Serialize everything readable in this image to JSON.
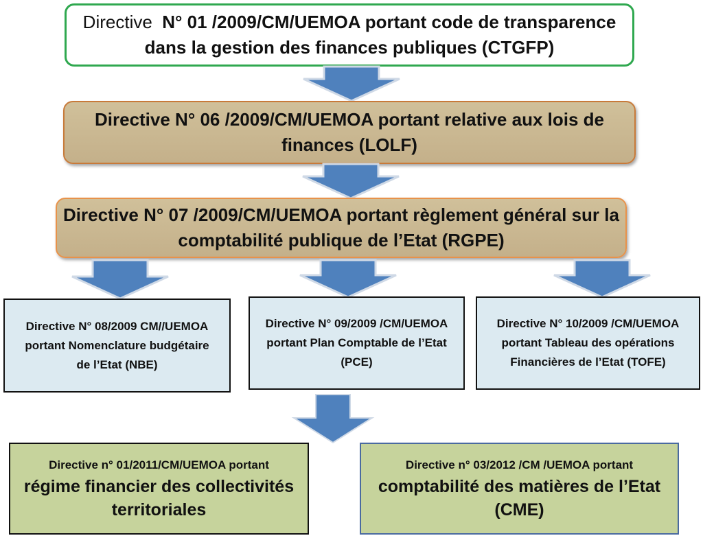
{
  "box_ctgfp": {
    "lead": "Directive",
    "rest": "N° 01 /2009/CM/UEMOA portant code de transparence  dans la gestion des finances publiques (CTGFP)"
  },
  "box_lolf": {
    "text": "Directive  N° 06 /2009/CM/UEMOA portant relative aux lois de finances (LOLF)"
  },
  "box_rgpe": {
    "text": "Directive  N° 07 /2009/CM/UEMOA portant règlement général sur la comptabilité publique de l’Etat (RGPE)"
  },
  "box_nbe": {
    "text": "Directive  N° 08/2009 CM//UEMOA portant Nomenclature budgétaire de l’Etat (NBE)"
  },
  "box_pce": {
    "text": "Directive  N° 09/2009 /CM/UEMOA portant Plan Comptable de l’Etat (PCE)"
  },
  "box_tofe": {
    "text": "Directive  N° 10/2009 /CM/UEMOA portant Tableau des opérations Financières de l’Etat (TOFE)"
  },
  "box_collectivites": {
    "line1": "Directive n° 01/2011/CM/UEMOA portant",
    "line2": "régime financier des collectivités territoriales"
  },
  "box_cme": {
    "line1": "Directive n° 03/2012 /CM /UEMOA portant",
    "line2": "comptabilité des matières de l’Etat (CME)"
  },
  "colors": {
    "arrow": "#4f81bd",
    "arrow_outline": "#cfd9e6",
    "box_top_border": "#2fa84f",
    "tan_fill": "#c9b58e",
    "light_fill": "#dceaf1",
    "green_fill": "#c6d39c"
  }
}
